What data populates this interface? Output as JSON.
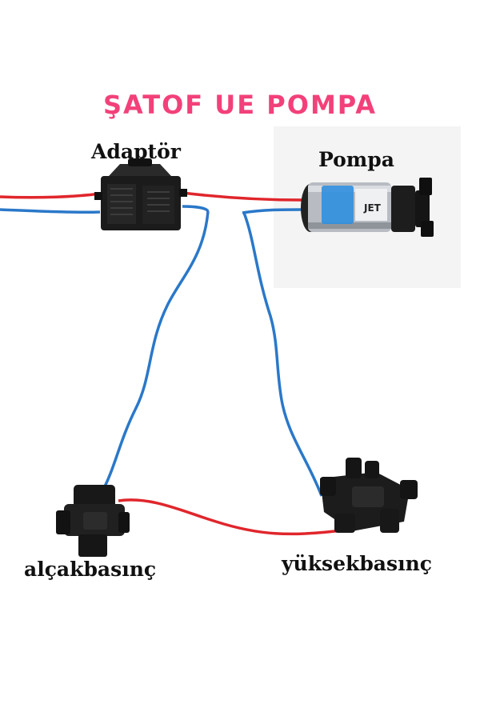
{
  "title": "ŞATOF UE POMPA",
  "labels": {
    "adaptor": "Adaptör",
    "pump": "Pompa",
    "low_pressure": "alçakbasınç",
    "high_pressure": "yüksekbasınç"
  },
  "pump_decal": "JET",
  "colors": {
    "title": "#f2417a",
    "wire_positive": "#e0262c",
    "wire_negative": "#2a78c9"
  }
}
